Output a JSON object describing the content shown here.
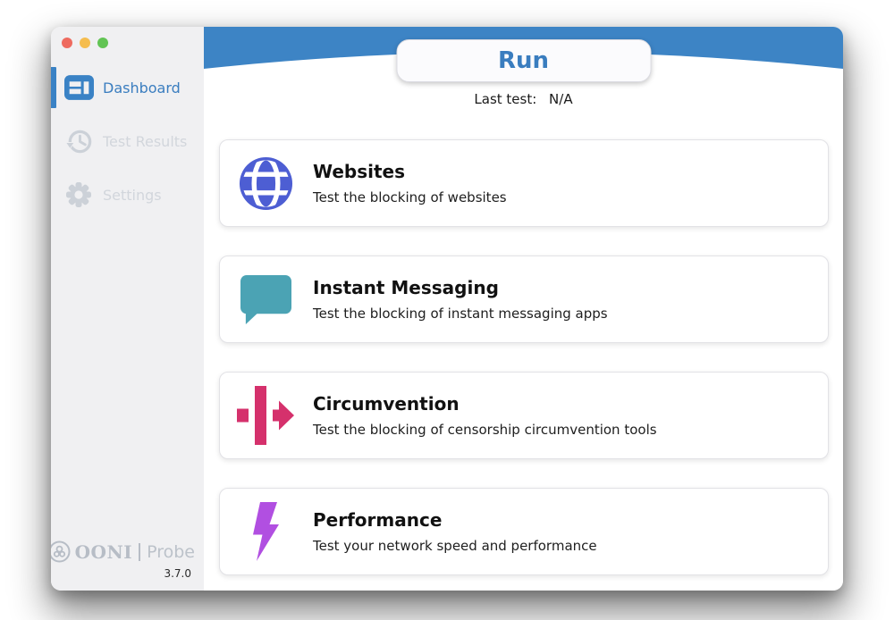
{
  "window": {
    "traffic_lights": [
      {
        "name": "close",
        "color": "#ee6a5f"
      },
      {
        "name": "minimize",
        "color": "#f5bd4f"
      },
      {
        "name": "zoom",
        "color": "#62c454"
      }
    ]
  },
  "sidebar": {
    "items": [
      {
        "label": "Dashboard",
        "icon": "dashboard-icon",
        "active": true
      },
      {
        "label": "Test Results",
        "icon": "history-icon",
        "active": false
      },
      {
        "label": "Settings",
        "icon": "gear-icon",
        "active": false
      }
    ],
    "footer": {
      "brand": "OONI",
      "separator": "|",
      "product": "Probe",
      "version": "3.7.0"
    }
  },
  "main": {
    "run_button_label": "Run",
    "last_test_label": "Last test:",
    "last_test_value": "N/A",
    "cards": [
      {
        "title": "Websites",
        "description": "Test the blocking of websites",
        "icon": "globe-icon",
        "color": "#4d5ed3"
      },
      {
        "title": "Instant Messaging",
        "description": "Test the blocking of instant messaging apps",
        "icon": "chat-bubble-icon",
        "color": "#4ba3b4"
      },
      {
        "title": "Circumvention",
        "description": "Test the blocking of censorship circumvention tools",
        "icon": "detour-arrow-icon",
        "color": "#d5316c"
      },
      {
        "title": "Performance",
        "description": "Test your network speed and performance",
        "icon": "lightning-bolt-icon",
        "color": "#b14fe1"
      }
    ]
  },
  "colors": {
    "header_blue": "#3d84c5",
    "accent_blue": "#3a7dbf",
    "sidebar_bg": "#f0f0f2",
    "inactive_gray": "#d2d6dc",
    "icon_gray": "#ccd1d8"
  }
}
